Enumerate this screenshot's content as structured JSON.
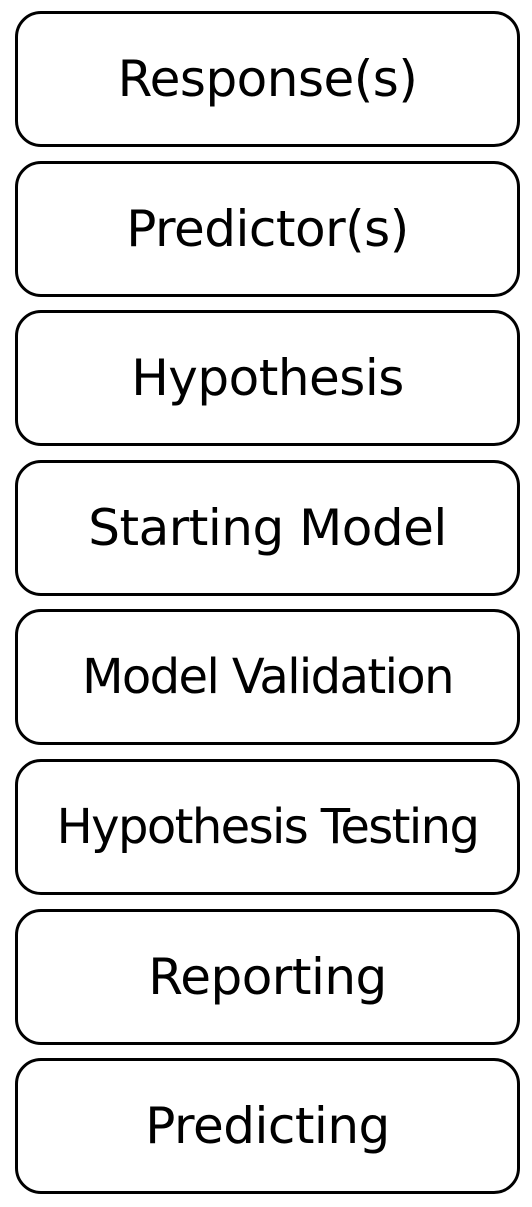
{
  "steps": [
    {
      "label": "Response(s)"
    },
    {
      "label": "Predictor(s)"
    },
    {
      "label": "Hypothesis"
    },
    {
      "label": "Starting Model"
    },
    {
      "label": "Model Validation"
    },
    {
      "label": "Hypothesis Testing"
    },
    {
      "label": "Reporting"
    },
    {
      "label": "Predicting"
    }
  ]
}
